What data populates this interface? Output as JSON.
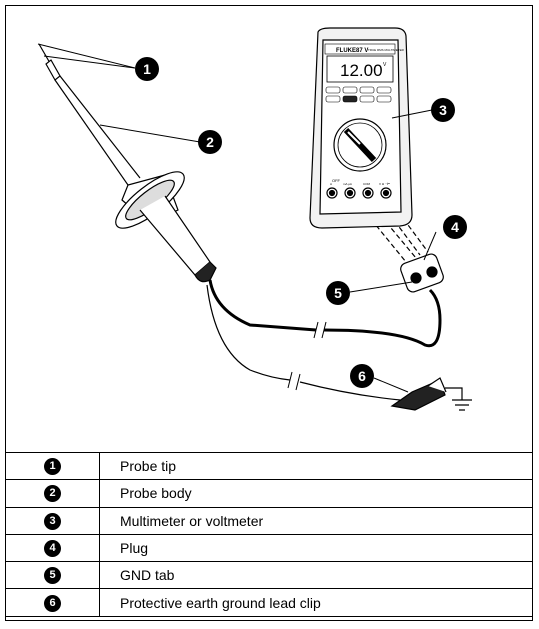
{
  "meter": {
    "brand": "FLUKE",
    "model": "87 V",
    "subtitle": "TRUE RMS MULTIMETER",
    "reading": "12.00",
    "reading_unit": "V",
    "off_label": "OFF",
    "jack_labels": [
      "A",
      "mA µA",
      "COM",
      "V Ω ⊣⊢"
    ]
  },
  "callouts": [
    {
      "number": "1",
      "label": "Probe tip"
    },
    {
      "number": "2",
      "label": "Probe body"
    },
    {
      "number": "3",
      "label": "Multimeter or voltmeter"
    },
    {
      "number": "4",
      "label": "Plug"
    },
    {
      "number": "5",
      "label": "GND tab"
    },
    {
      "number": "6",
      "label": "Protective earth ground lead clip"
    }
  ]
}
